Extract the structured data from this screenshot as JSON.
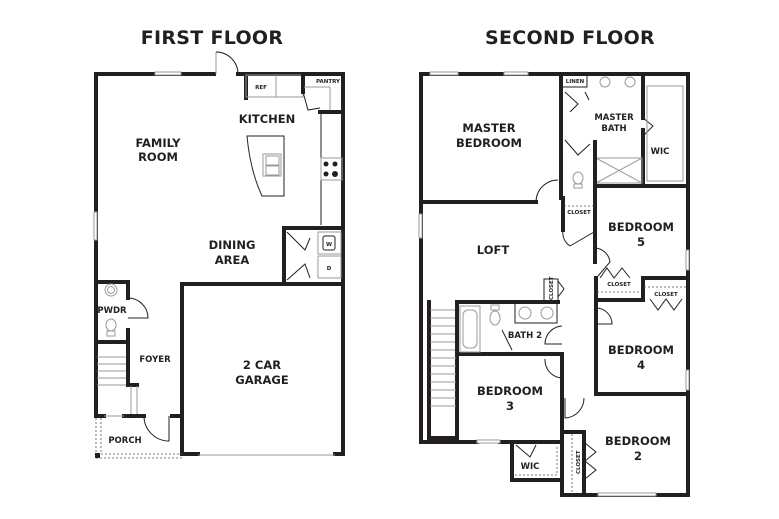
{
  "first_floor": {
    "title": "FIRST FLOOR",
    "rooms": {
      "family_room": [
        "FAMILY",
        "ROOM"
      ],
      "kitchen": "KITCHEN",
      "ref": "REF",
      "pantry": "PANTRY",
      "dining_area": [
        "DINING",
        "AREA"
      ],
      "washer": "W",
      "dryer": "D",
      "pwdr": "PWDR",
      "foyer": "FOYER",
      "porch": "PORCH",
      "garage": [
        "2 CAR",
        "GARAGE"
      ]
    }
  },
  "second_floor": {
    "title": "SECOND FLOOR",
    "rooms": {
      "master_bedroom": [
        "MASTER",
        "BEDROOM"
      ],
      "linen": "LINEN",
      "master_bath": [
        "MASTER",
        "BATH"
      ],
      "wic_master": "WIC",
      "closet_master": "CLOSET",
      "bedroom_5": [
        "BEDROOM",
        "5"
      ],
      "loft": "LOFT",
      "closet_loft": "CLOSET",
      "closet_bed5": "CLOSET",
      "closet_bed4": "CLOSET",
      "bath_2": "BATH 2",
      "bedroom_4": [
        "BEDROOM",
        "4"
      ],
      "bedroom_3": [
        "BEDROOM",
        "3"
      ],
      "wic_bed3": "WIC",
      "closet_bed2": "CLOSET",
      "bedroom_2": [
        "BEDROOM",
        "2"
      ]
    }
  }
}
